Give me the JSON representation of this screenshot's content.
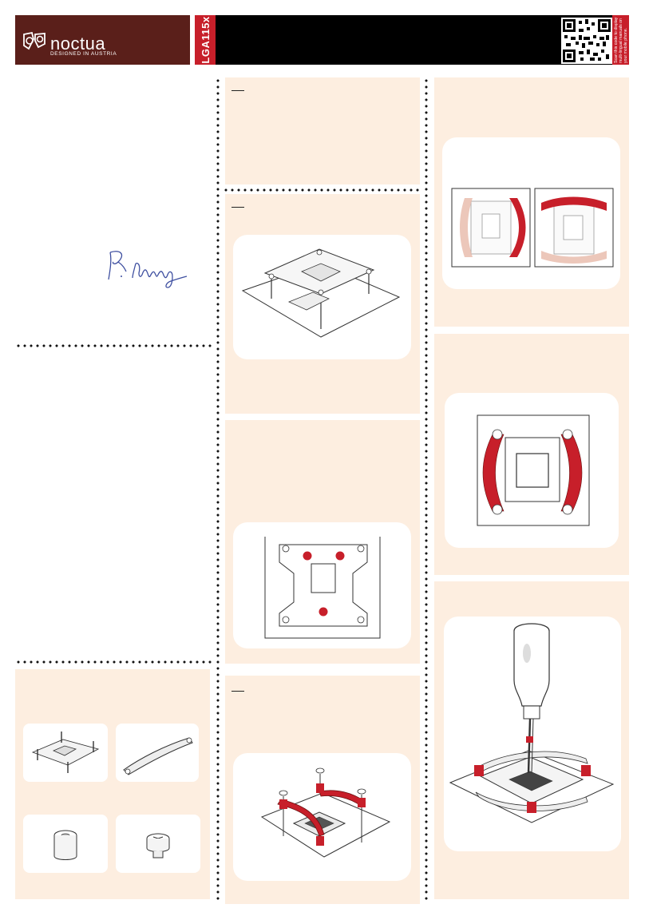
{
  "header": {
    "brand": "noctua",
    "tagline": "DESIGNED IN AUSTRIA",
    "model": "LGA115x",
    "qr_caption": "Scan this code to display multi-lingual manuals on your mobile phone."
  },
  "colors": {
    "brand_brown": "#5a1f1a",
    "accent_red": "#c71f2a",
    "panel_beige": "#fdeee0",
    "header_black": "#000000"
  },
  "icons": {
    "logo": "owl-logo-icon",
    "qr": "qr-code-icon",
    "signature": "signature-icon"
  }
}
